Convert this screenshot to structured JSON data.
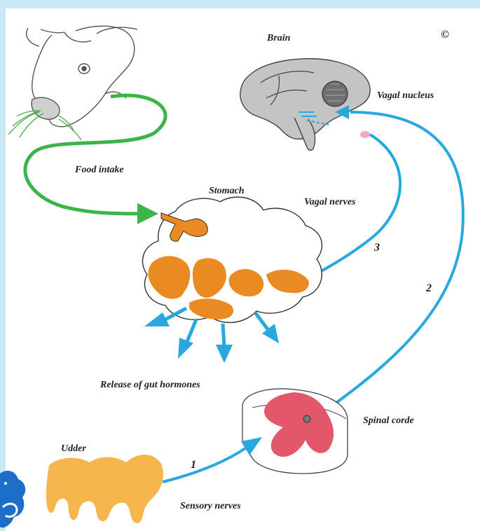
{
  "labels": {
    "brain": "Brain",
    "copyright": "©",
    "vagal_nucleus": "Vagal nucleus",
    "food_intake": "Food intake",
    "stomach": "Stomach",
    "vagal_nerves": "Vagal nerves",
    "release": "Release of gut hormones",
    "spinal": "Spinal corde",
    "udder": "Udder",
    "sensory": "Sensory nerves"
  },
  "steps": {
    "one": "1",
    "two": "2",
    "three": "3"
  },
  "colors": {
    "background_frame": "#c8e8f5",
    "food_arrow": "#3cb44a",
    "nerve_arrow": "#29a8e0",
    "hormone_arrow": "#29a8e0",
    "stomach_fill": "#e98a22",
    "udder_fill": "#f7b54e",
    "spinal_fill": "#e2576a",
    "brain_fill": "#c4c4c4",
    "nucleus_dot": "#f4a6c8",
    "logo": "#1d6ec8"
  },
  "icons": {
    "cow": "cow-head-icon",
    "brain": "brain-icon",
    "stomach": "stomach-icon",
    "spinal": "spinal-cord-icon",
    "udder": "udder-icon",
    "logo": "logo-blob-icon"
  }
}
